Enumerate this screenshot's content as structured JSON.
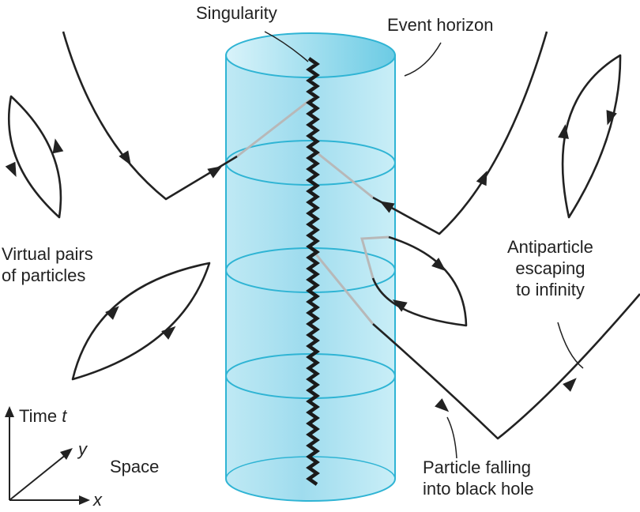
{
  "labels": {
    "singularity": "Singularity",
    "event_horizon": "Event horizon",
    "virtual_pairs": [
      "Virtual pairs",
      "of particles"
    ],
    "antiparticle": [
      "Antiparticle",
      "escaping",
      "to infinity"
    ],
    "particle_falling": [
      "Particle falling",
      "into black hole"
    ],
    "space": "Space",
    "time_axis": "Time",
    "time_var": "t",
    "y_axis": "y",
    "x_axis": "x"
  },
  "colors": {
    "cylinder_stroke": "#2fb4d4",
    "cylinder_fill": "#aee3f1",
    "lines": "#222222",
    "inside_paths": "#b8b8b8"
  }
}
